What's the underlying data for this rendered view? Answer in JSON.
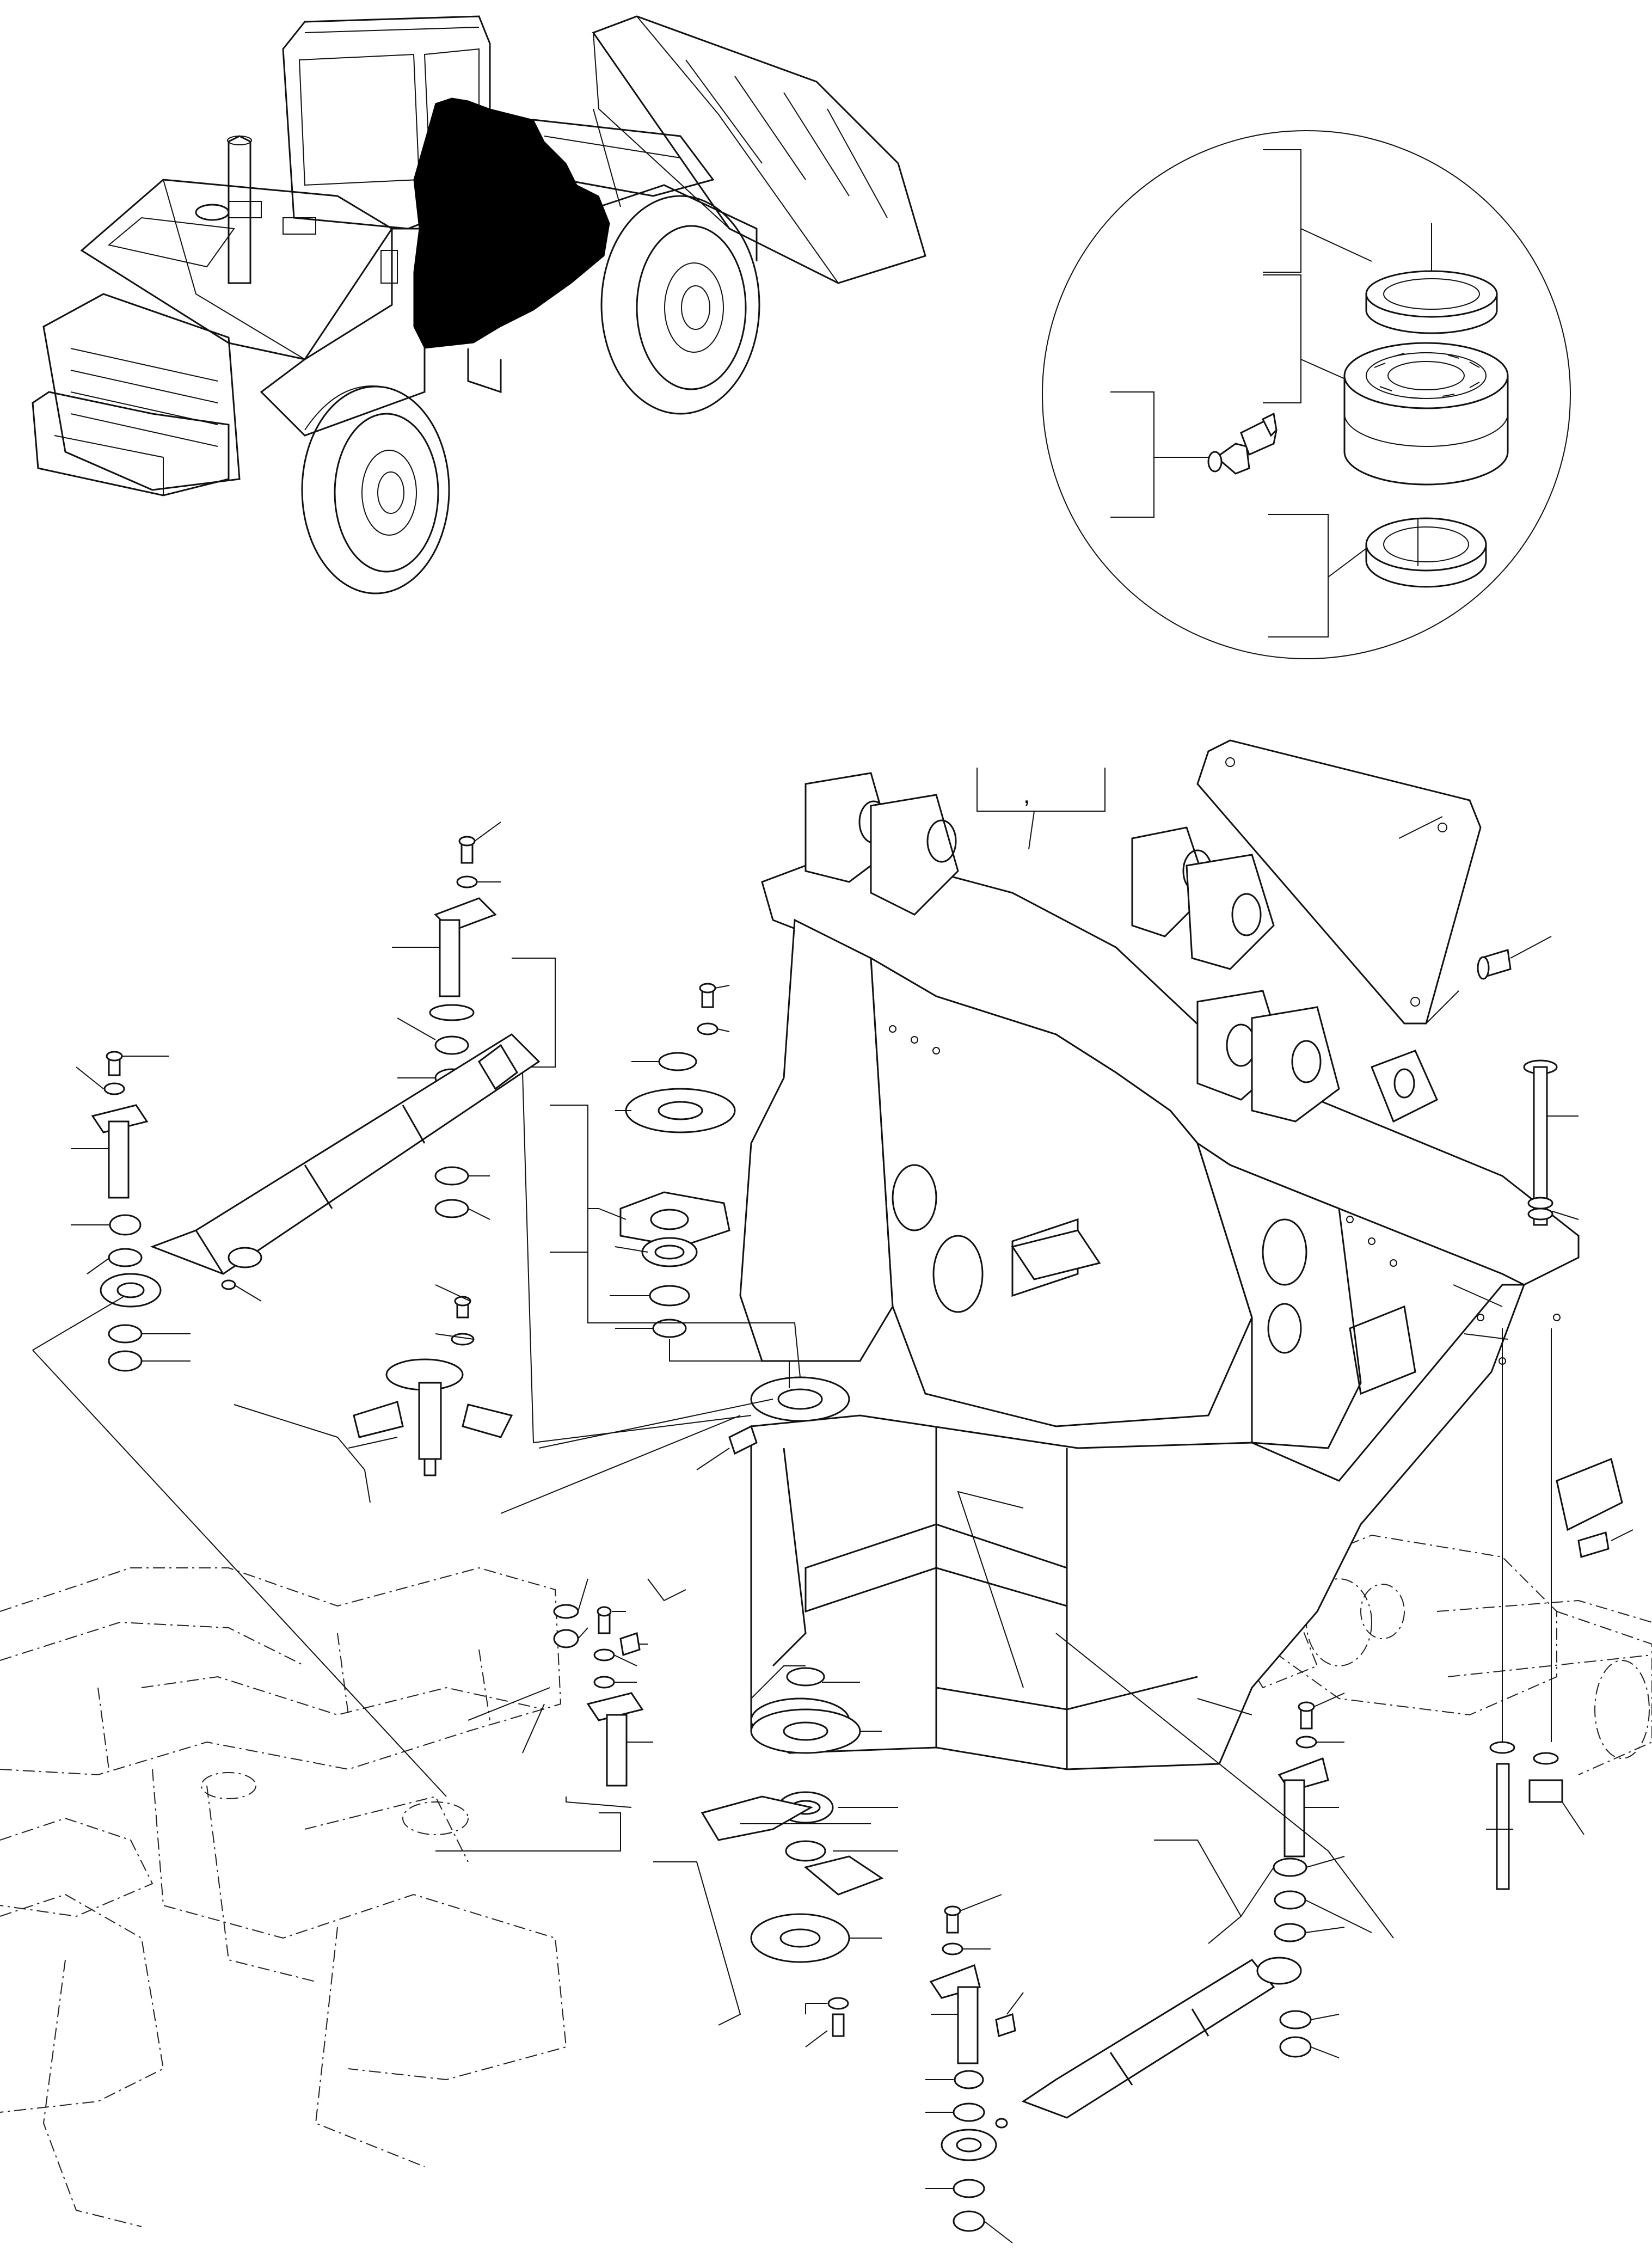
{
  "callout_text": ",",
  "colors": {
    "ink": "#111111",
    "highlight": "#000000",
    "paper": "#ffffff"
  },
  "views": {
    "overview": "wheel-loader-overview",
    "detail": "bearing-detail-circle",
    "exploded": "front-frame-exploded-view"
  }
}
